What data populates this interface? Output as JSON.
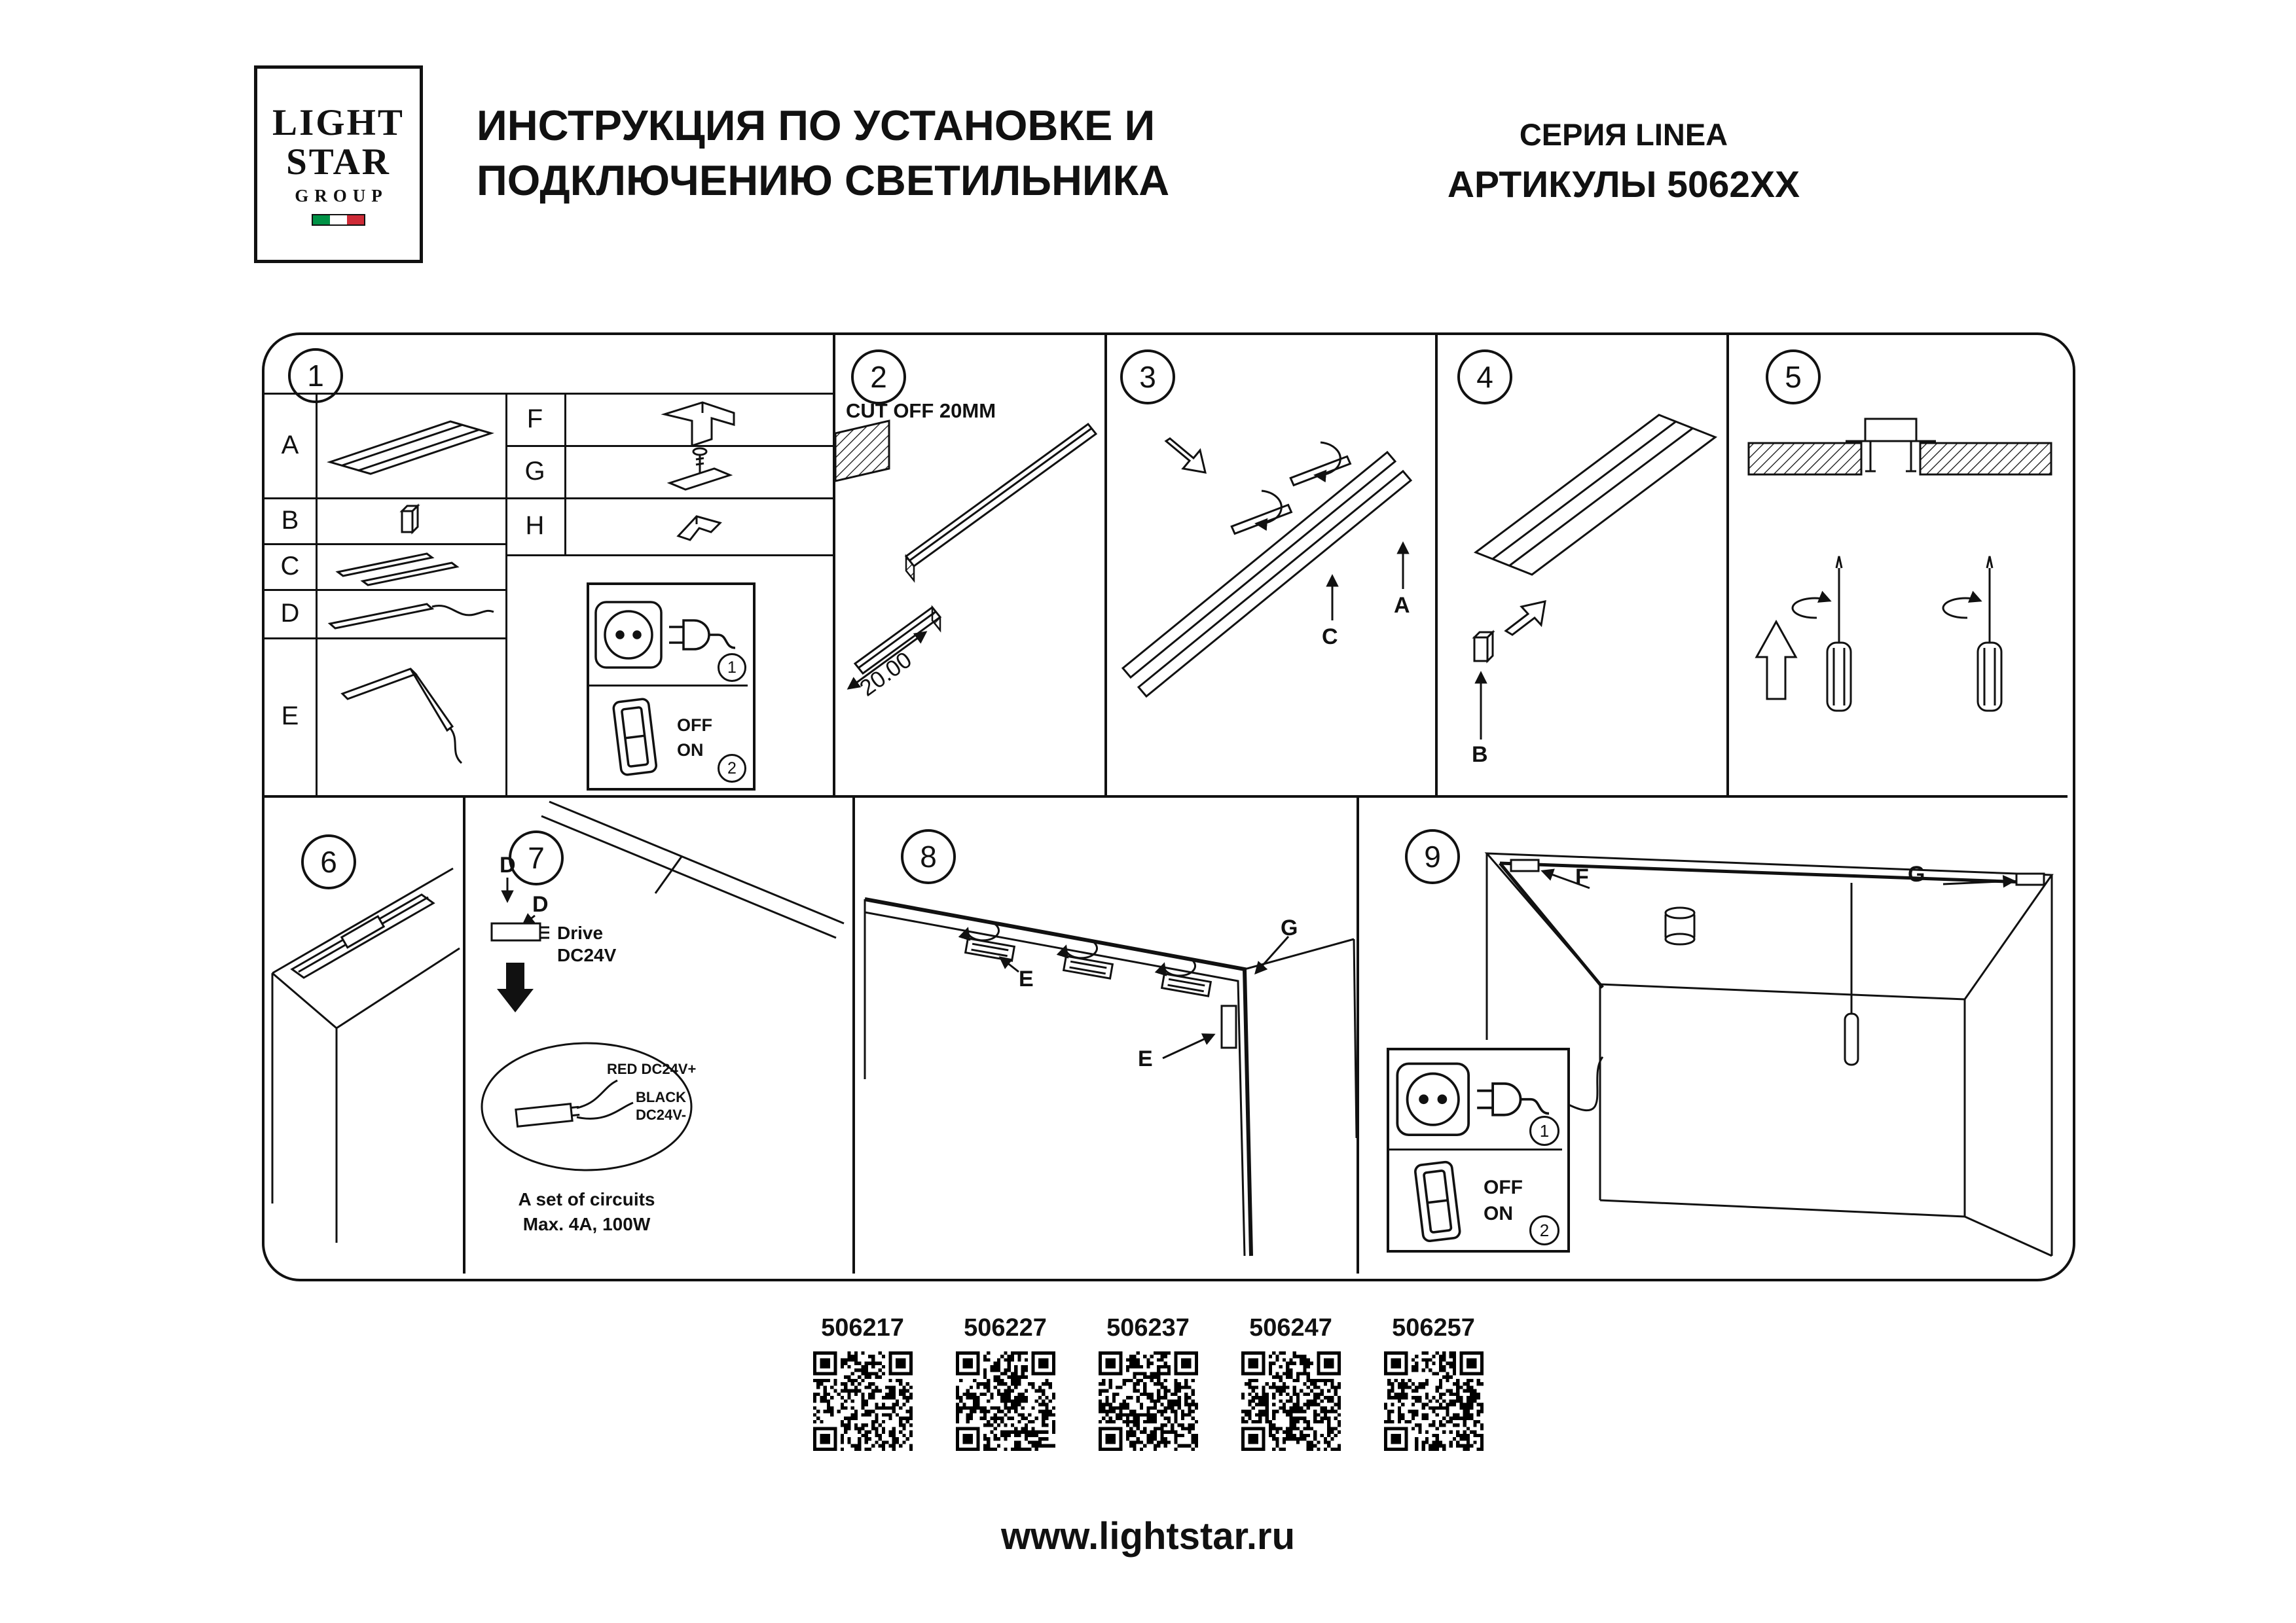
{
  "logo": {
    "line1": "LIGHT",
    "line2": "STAR",
    "line3": "GROUP"
  },
  "header": {
    "title_line1": "ИНСТРУКЦИЯ ПО УСТАНОВКЕ И",
    "title_line2": "ПОДКЛЮЧЕНИЮ СВЕТИЛЬНИКА",
    "series": "СЕРИЯ LINEA",
    "articles": "АРТИКУЛЫ 5062XX"
  },
  "panels": {
    "p1": {
      "number": "1",
      "rows_left": [
        "A",
        "B",
        "C",
        "D",
        "E"
      ],
      "rows_right": [
        "F",
        "G",
        "H"
      ],
      "socket_step": "1",
      "switch_step": "2",
      "switch_off": "OFF",
      "switch_on": "ON"
    },
    "p2": {
      "number": "2",
      "cut_off": "CUT OFF 20MM",
      "dimension": "20.00"
    },
    "p3": {
      "number": "3",
      "label_a": "A",
      "label_c": "C"
    },
    "p4": {
      "number": "4",
      "label_b": "B"
    },
    "p5": {
      "number": "5"
    },
    "p6": {
      "number": "6"
    },
    "p7": {
      "number": "7",
      "label_d1": "D",
      "label_d2": "D",
      "drive_label": "Drive DC24V",
      "wire_red": "RED DC24V+",
      "wire_black": "BLACK DC24V-",
      "circuits_line1": "A set of circuits",
      "circuits_line2": "Max. 4A, 100W"
    },
    "p8": {
      "number": "8",
      "label_e1": "E",
      "label_e2": "E",
      "label_g": "G"
    },
    "p9": {
      "number": "9",
      "label_f": "F",
      "label_g": "G",
      "socket_step": "1",
      "switch_step": "2",
      "switch_off": "OFF",
      "switch_on": "ON"
    }
  },
  "qr_codes": [
    {
      "number": "506217"
    },
    {
      "number": "506227"
    },
    {
      "number": "506237"
    },
    {
      "number": "506247"
    },
    {
      "number": "506257"
    }
  ],
  "footer": {
    "website": "www.lightstar.ru"
  }
}
